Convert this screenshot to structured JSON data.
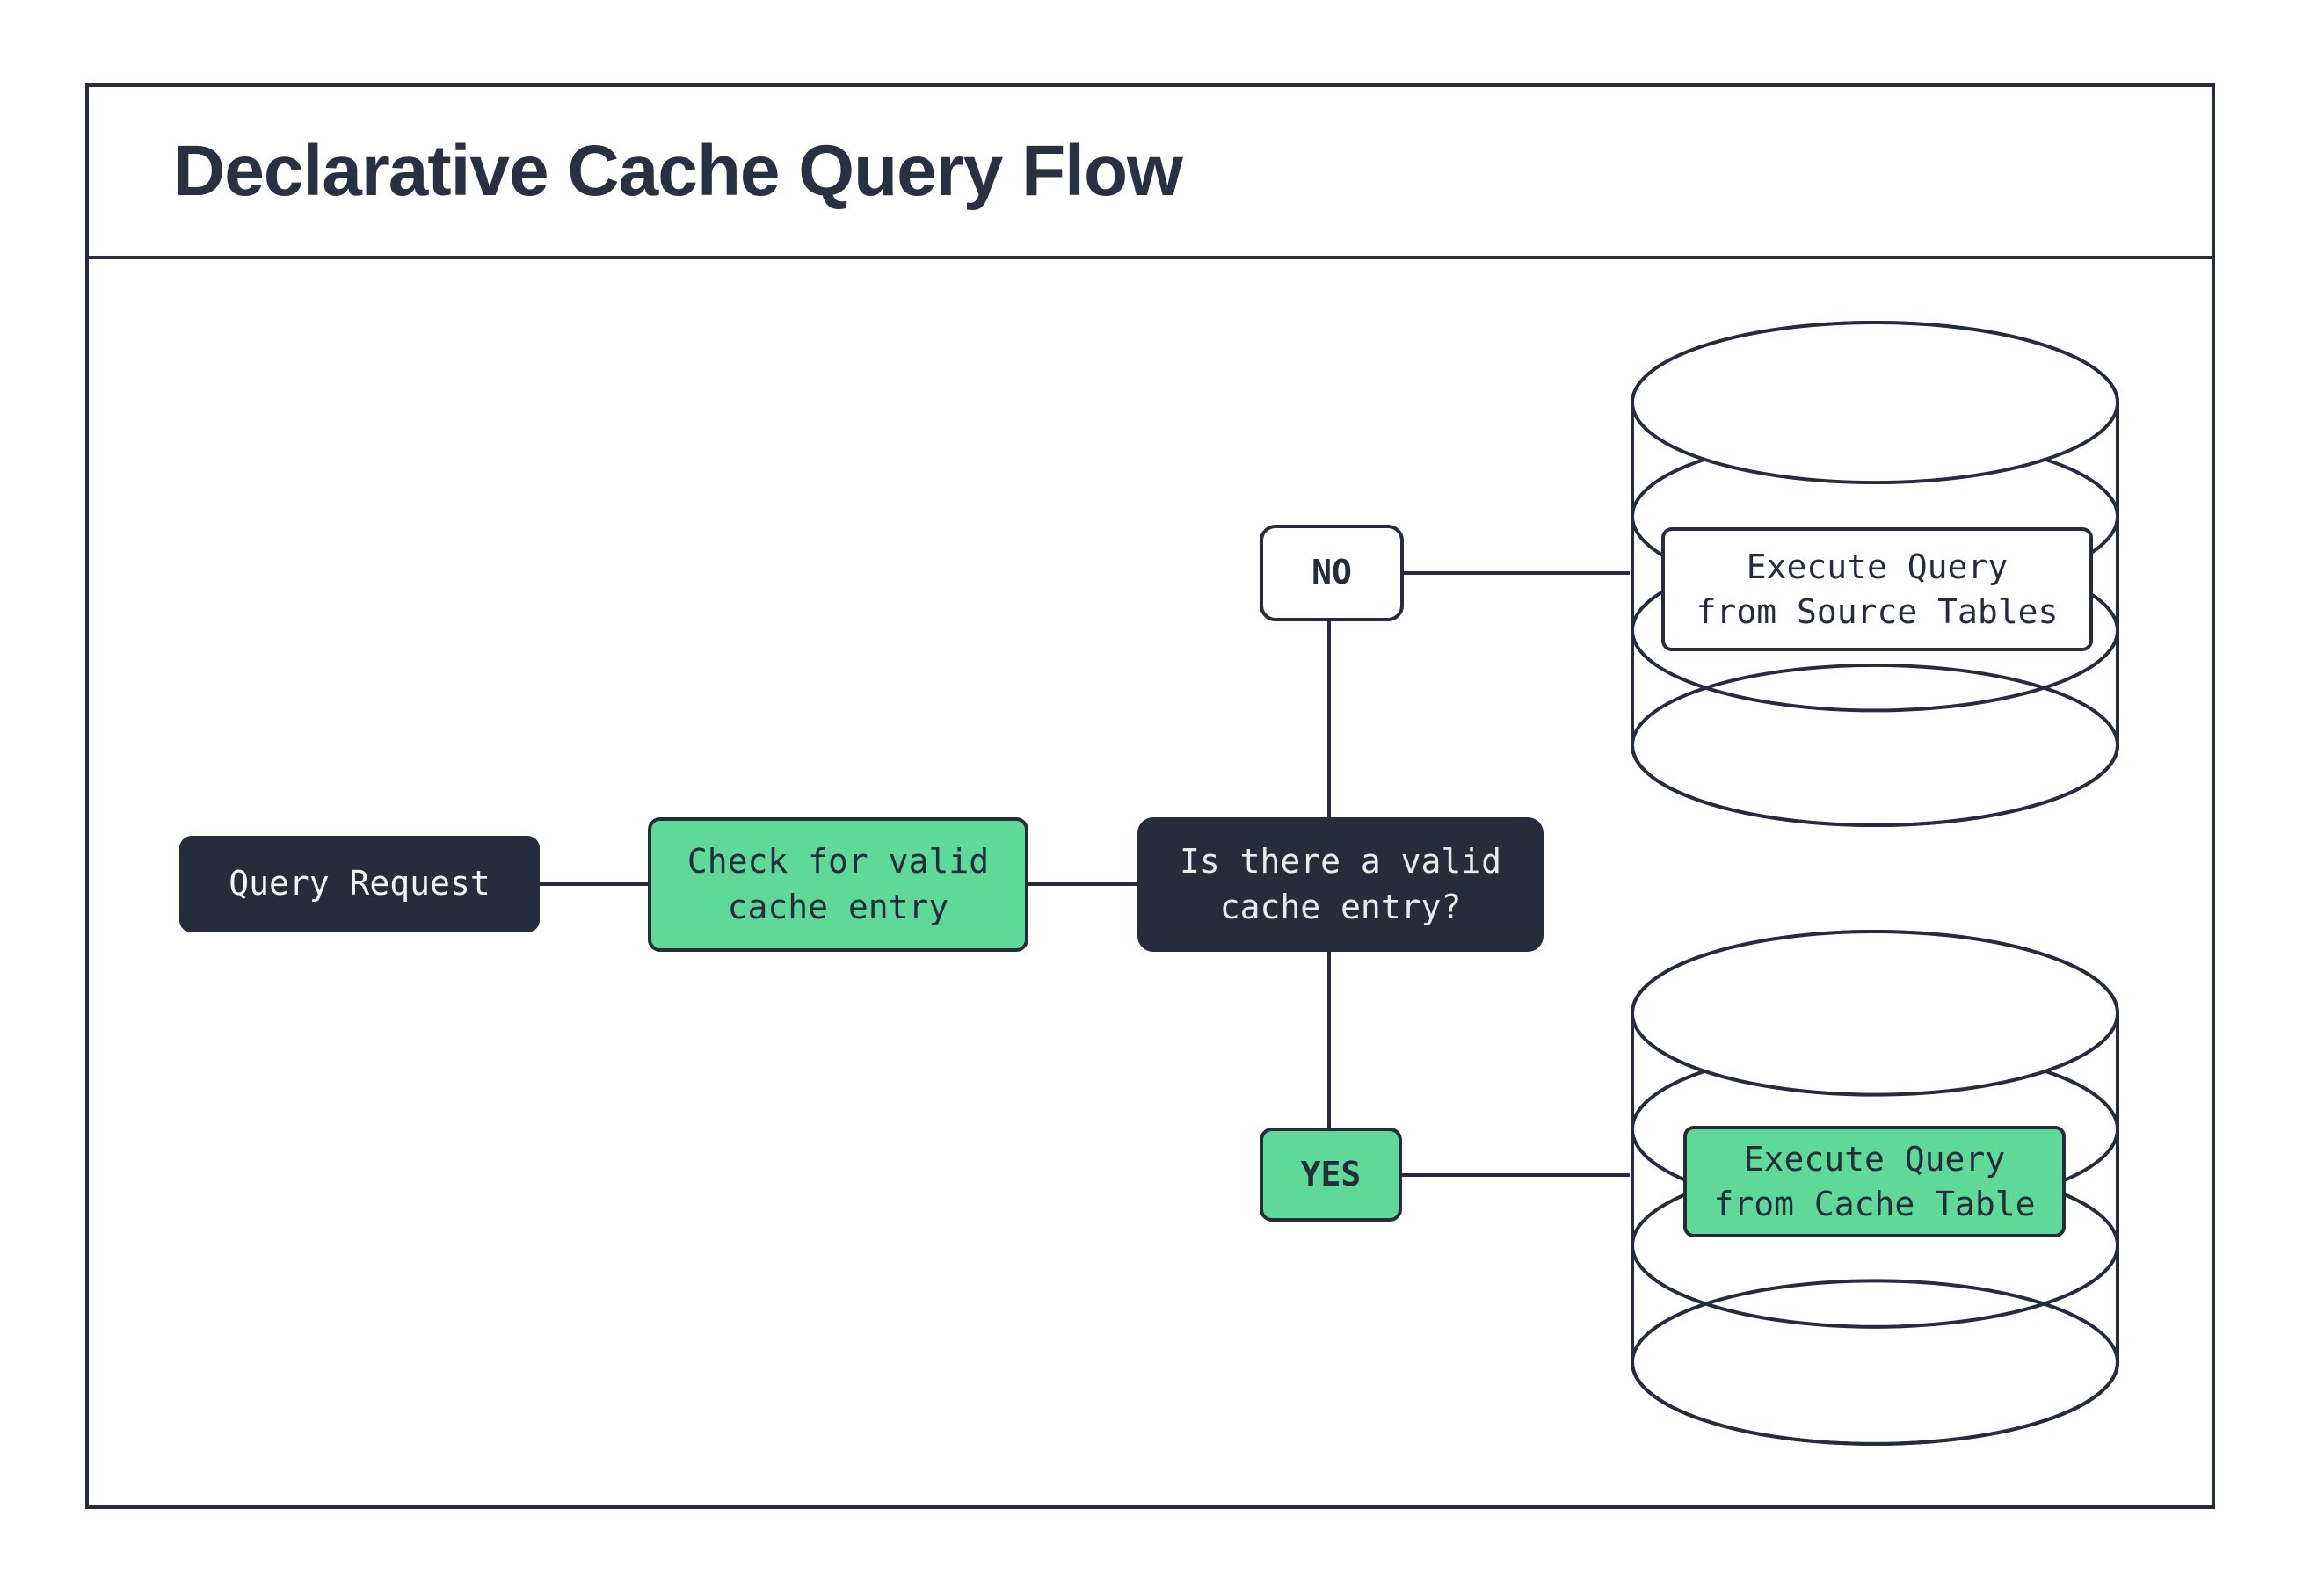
{
  "title": "Declarative Cache Query Flow",
  "colors": {
    "ink": "#262c3c",
    "green": "#5ed997",
    "light_text_on_dark": "#e9eaec",
    "background": "#ffffff"
  },
  "nodes": {
    "query_request": {
      "label": "Query Request"
    },
    "check_cache": {
      "label": "Check for valid\ncache entry"
    },
    "decision": {
      "label": "Is there a valid\ncache entry?"
    },
    "no_branch": {
      "label": "NO"
    },
    "yes_branch": {
      "label": "YES"
    },
    "source_db": {
      "label": "Execute Query\nfrom Source Tables"
    },
    "cache_db": {
      "label": "Execute Query\nfrom Cache Table"
    }
  }
}
